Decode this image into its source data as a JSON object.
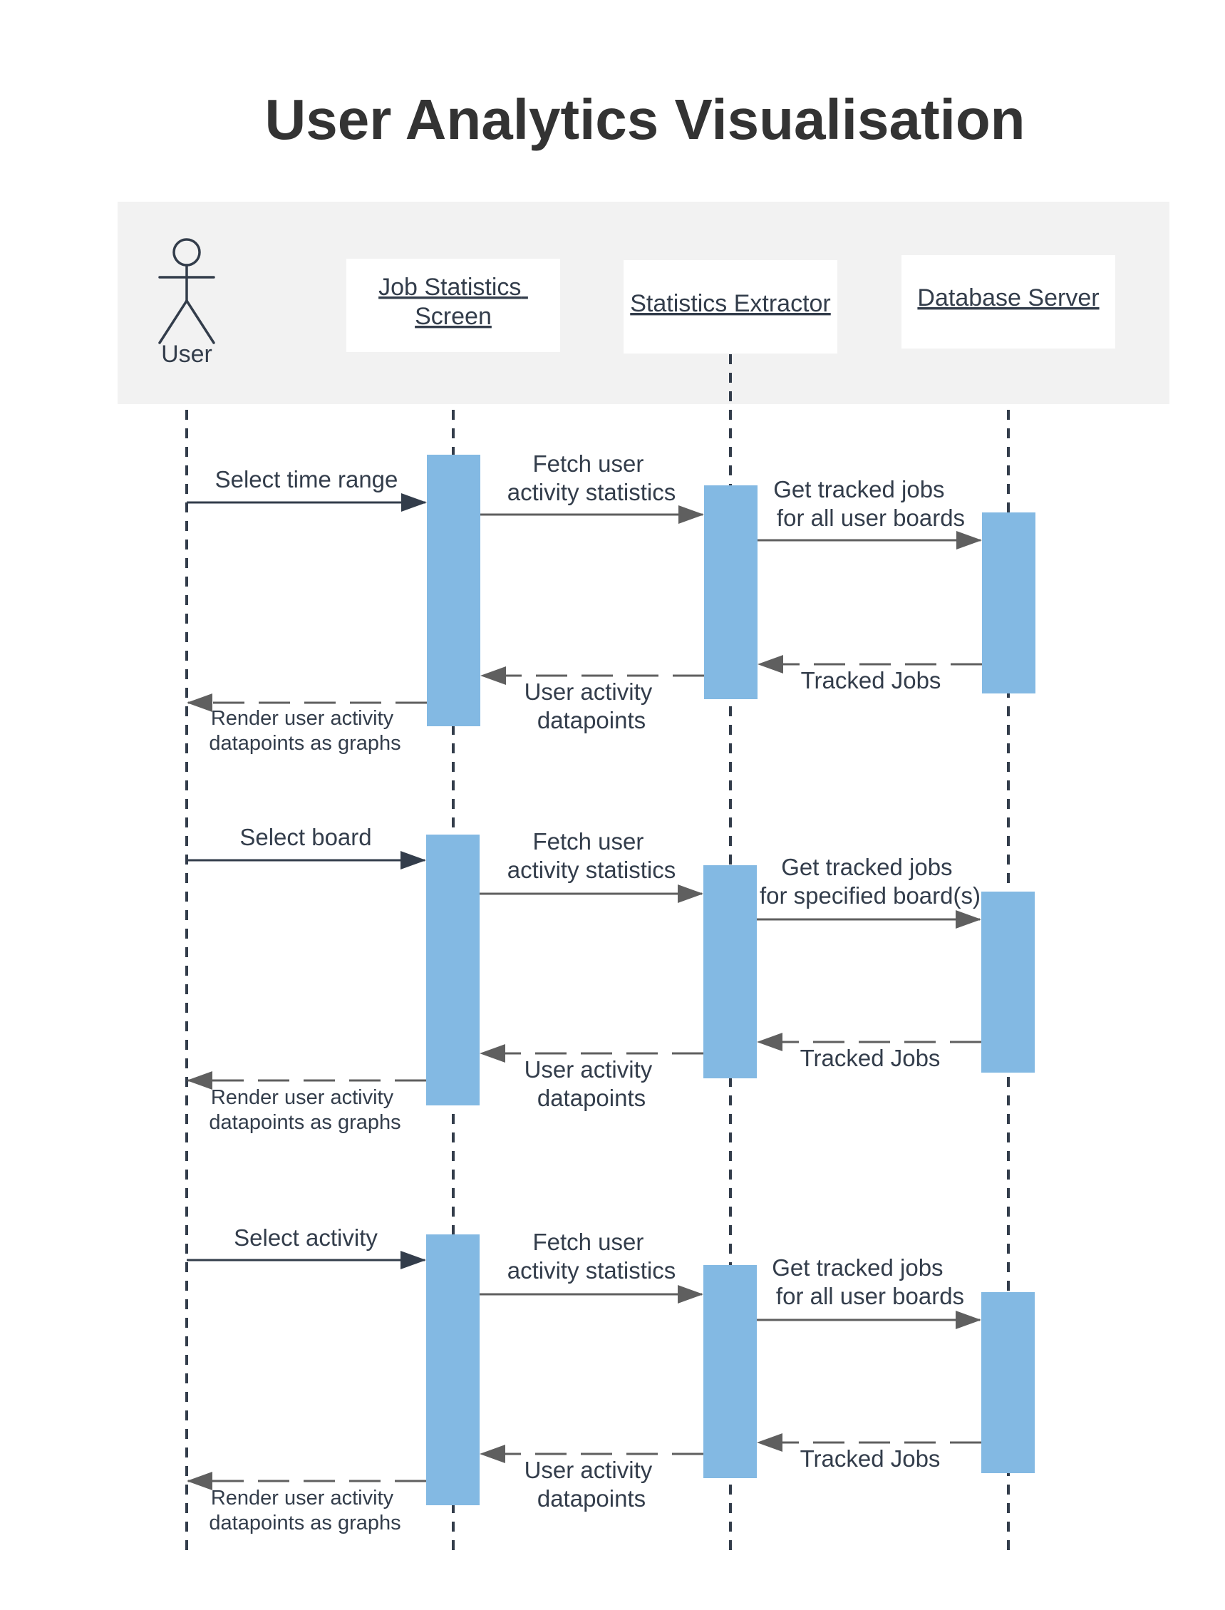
{
  "title": "User Analytics Visualisation",
  "colors": {
    "header_band": "#f2f2f2",
    "activation": "#83b9e3",
    "line": "#333d4b",
    "return_arrow": "#666666"
  },
  "participants": [
    {
      "id": "user",
      "label": "User",
      "kind": "actor"
    },
    {
      "id": "screen",
      "label_lines": [
        "Job Statistics",
        "Screen"
      ],
      "kind": "object"
    },
    {
      "id": "extractor",
      "label_lines": [
        "Statistics Extractor"
      ],
      "kind": "object"
    },
    {
      "id": "db",
      "label_lines": [
        "Database Server"
      ],
      "kind": "object"
    }
  ],
  "sequences": [
    {
      "request": [
        "Select time range"
      ],
      "fetch": [
        "Fetch user",
        "activity statistics"
      ],
      "query": [
        "Get tracked jobs",
        "for all user boards"
      ],
      "reply_db": [
        "Tracked Jobs"
      ],
      "reply_extractor": [
        "User activity",
        "datapoints"
      ],
      "render": [
        "Render user activity",
        "datapoints as graphs"
      ]
    },
    {
      "request": [
        "Select board"
      ],
      "fetch": [
        "Fetch user",
        "activity statistics"
      ],
      "query": [
        "Get tracked jobs",
        "for specified board(s)"
      ],
      "reply_db": [
        "Tracked Jobs"
      ],
      "reply_extractor": [
        "User activity",
        "datapoints"
      ],
      "render": [
        "Render user activity",
        "datapoints as graphs"
      ]
    },
    {
      "request": [
        "Select activity"
      ],
      "fetch": [
        "Fetch user",
        "activity statistics"
      ],
      "query": [
        "Get tracked jobs",
        "for all user boards"
      ],
      "reply_db": [
        "Tracked Jobs"
      ],
      "reply_extractor": [
        "User activity",
        "datapoints"
      ],
      "render": [
        "Render user activity",
        "datapoints as graphs"
      ]
    }
  ]
}
